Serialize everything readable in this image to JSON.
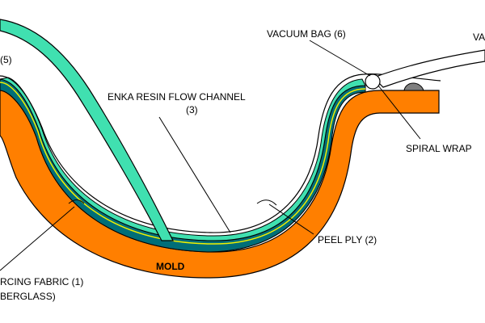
{
  "labels": {
    "inlet_number": "(5)",
    "vacuum_bag": "VACUUM BAG (6)",
    "vacuum_partial": "VA",
    "enka_line1": "ENKA RESIN FLOW CHANNEL",
    "enka_line2": "(3)",
    "spiral_wrap": "SPIRAL WRAP",
    "peel_ply": "PEEL PLY (2)",
    "mold": "MOLD",
    "fabric_line1": "RCING FABRIC (1)",
    "fabric_line2": "BERGLASS)"
  },
  "colors": {
    "mold": "#ff7f00",
    "fabric": "#006e78",
    "flow_channel": "#40e0b0",
    "peel_ply_line": "#f0f000",
    "outline": "#000000",
    "sealant": "#7f7f7f",
    "spiral_wrap": "#ffffff"
  }
}
